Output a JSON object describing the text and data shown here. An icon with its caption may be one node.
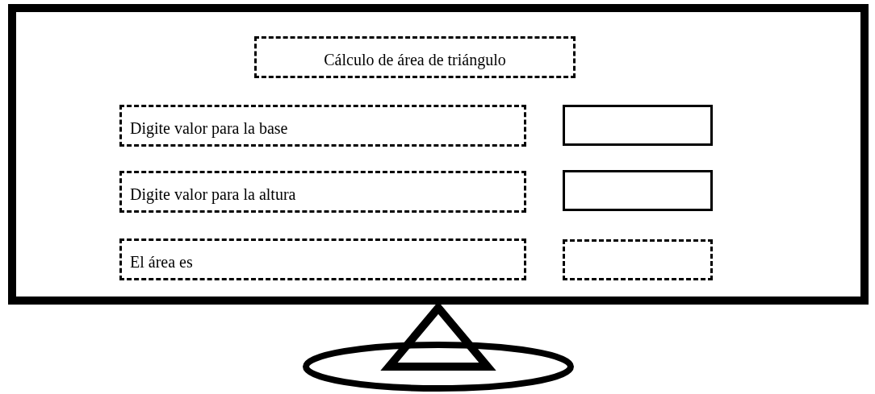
{
  "diagram": {
    "nodes": [
      {
        "text": [],
        "shape": "box"
      },
      {
        "text": [
          "Cálculo de área de triángulo"
        ],
        "in": 0
      },
      {
        "text": [
          "Digite valor para la base"
        ],
        "in": 0
      },
      {
        "text": [],
        "shape": "box",
        "in": 0
      },
      {
        "text": [
          "Digite valor para la altura"
        ],
        "in": 0
      },
      {
        "text": [],
        "shape": "box",
        "in": 0
      },
      {
        "text": [
          "El área es"
        ],
        "in": 0
      },
      {
        "text": [],
        "shape": "box",
        "in": 0
      }
    ]
  }
}
